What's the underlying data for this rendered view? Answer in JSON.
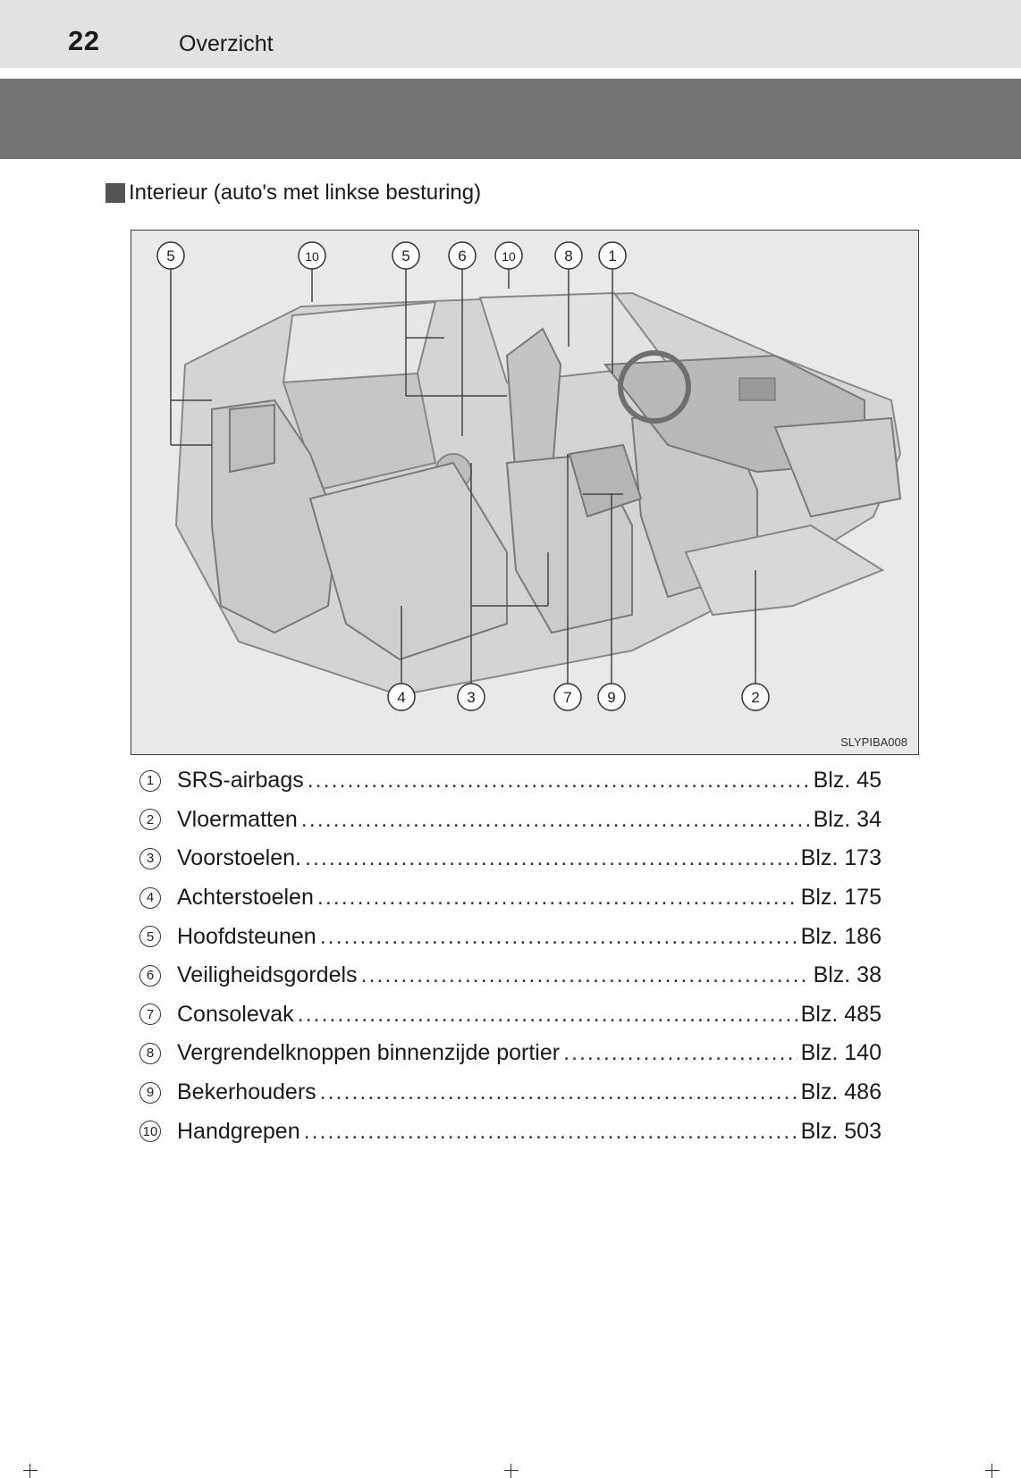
{
  "header": {
    "page_number": "22",
    "chapter_title": "Overzicht"
  },
  "section": {
    "title": "Interieur (auto's met linkse besturing)"
  },
  "figure": {
    "image_id": "SLYPIBA008",
    "top_callouts": [
      "5",
      "10",
      "5",
      "6",
      "10",
      "8",
      "1"
    ],
    "bottom_callouts": [
      "4",
      "3",
      "7",
      "9",
      "2"
    ]
  },
  "legend": [
    {
      "num": "1",
      "label": "SRS-airbags",
      "page": "Blz. 45"
    },
    {
      "num": "2",
      "label": "Vloermatten",
      "page": "Blz. 34"
    },
    {
      "num": "3",
      "label": "Voorstoelen.",
      "page": "Blz. 173"
    },
    {
      "num": "4",
      "label": "Achterstoelen",
      "page": "Blz. 175"
    },
    {
      "num": "5",
      "label": "Hoofdsteunen",
      "page": "Blz. 186"
    },
    {
      "num": "6",
      "label": "Veiligheidsgordels",
      "page": "Blz. 38"
    },
    {
      "num": "7",
      "label": "Consolevak",
      "page": "Blz. 485"
    },
    {
      "num": "8",
      "label": "Vergrendelknoppen binnenzijde portier",
      "page": "Blz. 140"
    },
    {
      "num": "9",
      "label": "Bekerhouders",
      "page": "Blz. 486"
    },
    {
      "num": "10",
      "label": "Handgrepen",
      "page": "Blz. 503"
    }
  ]
}
